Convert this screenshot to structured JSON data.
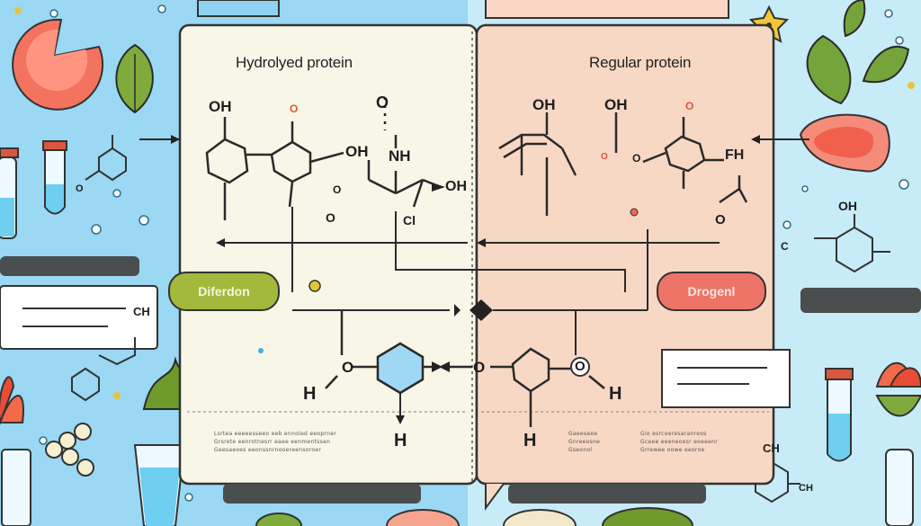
{
  "panels": {
    "left_title": "Hydrolyed protein",
    "right_title": "Regular protein"
  },
  "badges": {
    "left": "Diferdon",
    "right": "Drogenl"
  },
  "atoms": {
    "l_oh1": "OH",
    "l_o_red": "O",
    "l_o_top": "O",
    "l_oh2": "OH",
    "l_nh": "NH",
    "l_o_small": "O",
    "l_o3": "O",
    "l_oh3": "OH",
    "l_cl": "Cl",
    "r_oh1": "OH",
    "r_oh2": "OH",
    "r_o_red": "O",
    "r_fh": "FH",
    "r_o2": "O",
    "r_o_mid": "O",
    "r_o_small": "O",
    "b_o1": "O",
    "b_h1": "H",
    "b_h2": "H",
    "b_o2": "O",
    "b_o3": "O",
    "b_h3": "H",
    "b_h4": "H",
    "s_ch": "CH",
    "s_oh": "OH",
    "s_c": "C",
    "s_ch2": "CH",
    "s_o": "O",
    "s_ch3": "CH"
  },
  "captions": {
    "left": [
      "Lsrtea eeeeesseeo eeb ennoled eeoprner",
      "Grsrete eenrotnesrr eaee eenmentssen",
      "Geesaeoes eeonssnrnooereensoroer"
    ],
    "mid": [
      "Gaeeseee",
      "Gnreeosne",
      "Gseonol"
    ],
    "right": [
      "Gio esrcoeresaranreos",
      "Gceee eeeneoesr eoeeenr",
      "Grrewee oowe eeoroe"
    ]
  },
  "colors": {
    "left_panel": "#f8f6e6",
    "right_panel": "#f7d8c5",
    "left_badge": "#a2b93c",
    "right_badge": "#ee7467",
    "sky": "#8fd3f2"
  }
}
